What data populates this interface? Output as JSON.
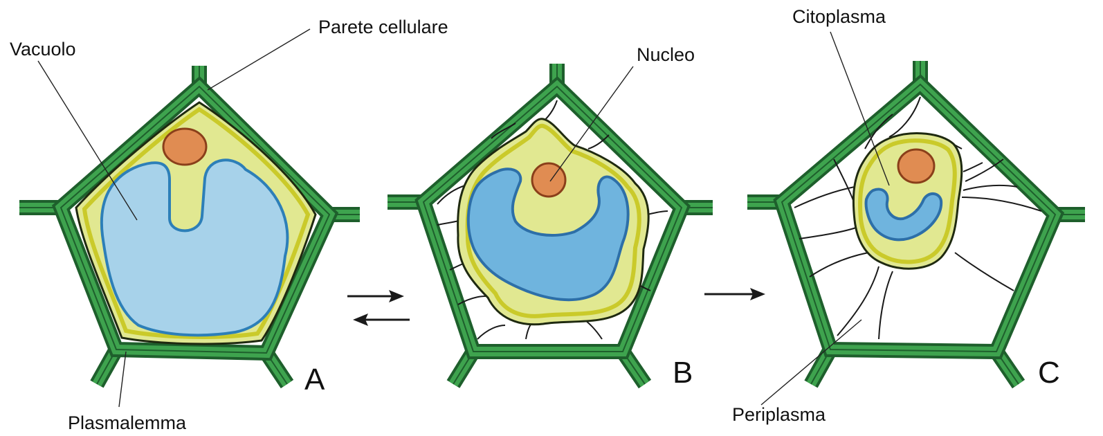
{
  "labels": {
    "vacuole": "Vacuolo",
    "cell_wall": "Parete cellulare",
    "plasmalemma": "Plasmalemma",
    "nucleus": "Nucleo",
    "cytoplasm": "Citoplasma",
    "periplasm": "Periplasma"
  },
  "panels": {
    "a": "A",
    "b": "B",
    "c": "C"
  },
  "colors": {
    "cell_wall_dark": "#1e5f2c",
    "cell_wall_light": "#3ea34e",
    "cytoplasm": "#e1e891",
    "vacuole": "#a7d2ea",
    "nucleus": "#e08c52"
  }
}
